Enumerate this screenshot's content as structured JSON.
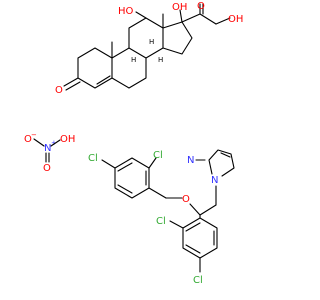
{
  "colors": {
    "oxygen": "#ff0000",
    "nitrogen": "#3333ff",
    "chlorine": "#33aa33",
    "carbon": "#000000",
    "hydrogen": "#000000"
  },
  "molecules": {
    "steroid": {
      "labels": {
        "oh_11": "HO",
        "oh_17": "OH",
        "o_20": "O",
        "oh_21": "OH",
        "o_3": "O",
        "h_8": "H",
        "h_9": "H",
        "h_14": "H",
        "h_17_mark": "H"
      }
    },
    "nitric_acid": {
      "labels": {
        "o_minus": "O",
        "minus": "−",
        "n_plus": "N",
        "plus": "+",
        "oh": "OH",
        "o_double": "O"
      }
    },
    "miconazole": {
      "labels": {
        "cl_1": "Cl",
        "cl_2": "Cl",
        "cl_3": "Cl",
        "cl_4": "Cl",
        "o_ether": "O",
        "n_1": "N",
        "n_3": "N"
      }
    }
  }
}
